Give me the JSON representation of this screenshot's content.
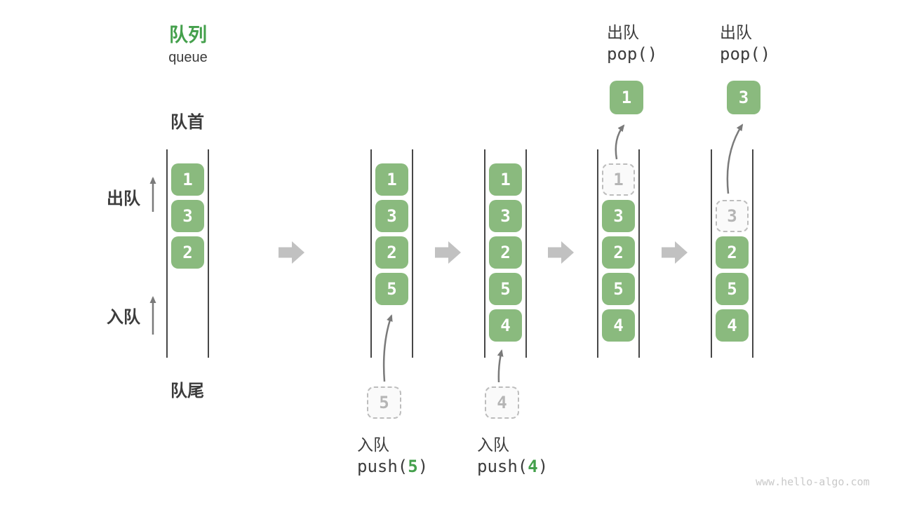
{
  "title": {
    "zh": "队列",
    "en": "queue"
  },
  "side_labels": {
    "front": "队首",
    "rear": "队尾",
    "dequeue": "出队",
    "enqueue": "入队"
  },
  "operations": {
    "push5": {
      "label": "入队",
      "fn": "push(",
      "arg": "5",
      "close": ")"
    },
    "push4": {
      "label": "入队",
      "fn": "push(",
      "arg": "4",
      "close": ")"
    },
    "pop1": {
      "label": "出队",
      "code": "pop()"
    },
    "pop2": {
      "label": "出队",
      "code": "pop()"
    }
  },
  "columns": [
    {
      "slots": [
        "1",
        "3",
        "2"
      ]
    },
    {
      "slots": [
        "1",
        "3",
        "2",
        "5"
      ]
    },
    {
      "slots": [
        "1",
        "3",
        "2",
        "5",
        "4"
      ]
    },
    {
      "ghost": "1",
      "slots": [
        "3",
        "2",
        "5",
        "4"
      ]
    },
    {
      "ghost": "3",
      "slots": [
        "2",
        "5",
        "4"
      ]
    }
  ],
  "staging": {
    "enqueue5": "5",
    "enqueue4": "4"
  },
  "popped": {
    "pop1": "1",
    "pop2": "3"
  },
  "watermark": "www.hello-algo.com",
  "colors": {
    "box_green": "#8ABA7E",
    "accent_green": "#44A04C",
    "block_arrow_gray": "#C1C1C1",
    "thin_arrow_gray": "#7A7A7A",
    "text_dark": "#3C3C3C",
    "ghost_gray": "#BDBDBD"
  }
}
